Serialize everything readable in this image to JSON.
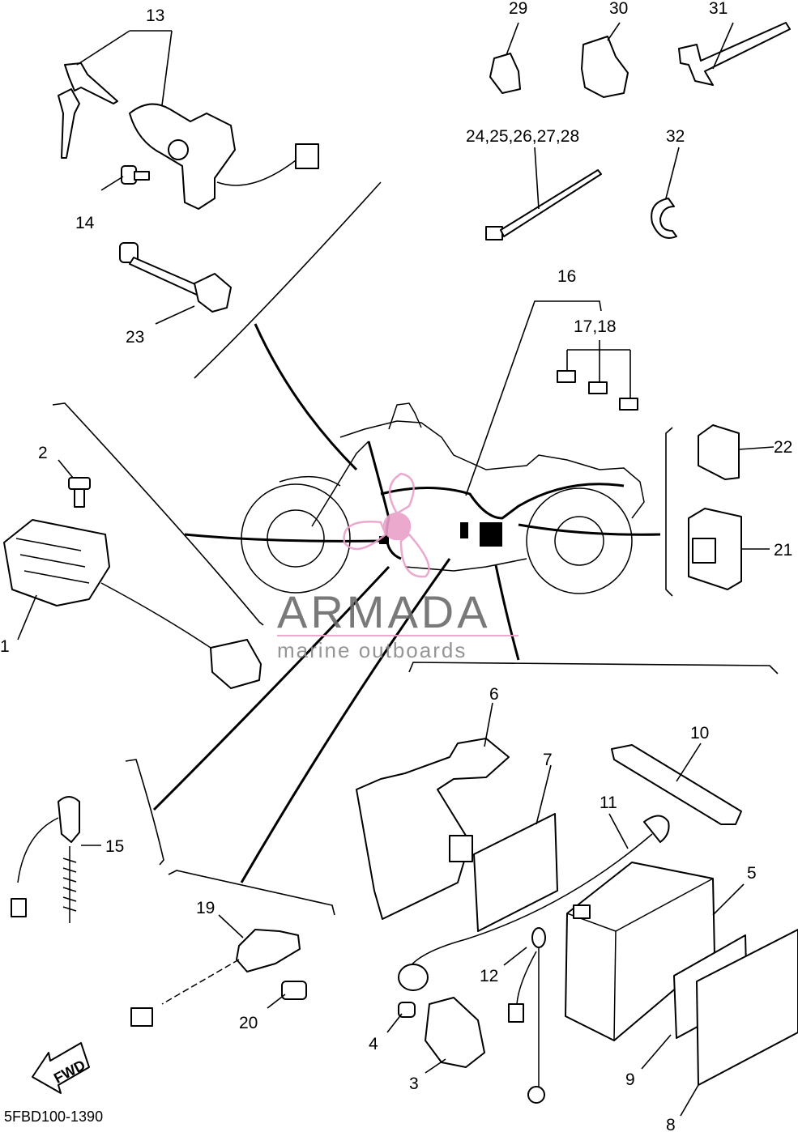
{
  "diagram": {
    "code": "5FBD100-1390",
    "fwd_label": "FWD",
    "watermark": {
      "brand": "ARMADA",
      "tagline": "marine outboards",
      "accent_color": "#e8a0c8"
    },
    "part_labels": [
      {
        "id": "p1",
        "text": "1"
      },
      {
        "id": "p2",
        "text": "2"
      },
      {
        "id": "p3",
        "text": "3"
      },
      {
        "id": "p4",
        "text": "4"
      },
      {
        "id": "p5",
        "text": "5"
      },
      {
        "id": "p6",
        "text": "6"
      },
      {
        "id": "p7",
        "text": "7"
      },
      {
        "id": "p8",
        "text": "8"
      },
      {
        "id": "p9",
        "text": "9"
      },
      {
        "id": "p10",
        "text": "10"
      },
      {
        "id": "p11",
        "text": "11"
      },
      {
        "id": "p12",
        "text": "12"
      },
      {
        "id": "p13",
        "text": "13"
      },
      {
        "id": "p14",
        "text": "14"
      },
      {
        "id": "p15",
        "text": "15"
      },
      {
        "id": "p16",
        "text": "16"
      },
      {
        "id": "p17_18",
        "text": "17,18"
      },
      {
        "id": "p19",
        "text": "19"
      },
      {
        "id": "p20",
        "text": "20"
      },
      {
        "id": "p21",
        "text": "21"
      },
      {
        "id": "p22",
        "text": "22"
      },
      {
        "id": "p23",
        "text": "23"
      },
      {
        "id": "p24_28",
        "text": "24,25,26,27,28"
      },
      {
        "id": "p29",
        "text": "29"
      },
      {
        "id": "p30",
        "text": "30"
      },
      {
        "id": "p31",
        "text": "31"
      },
      {
        "id": "p32",
        "text": "32"
      }
    ]
  }
}
